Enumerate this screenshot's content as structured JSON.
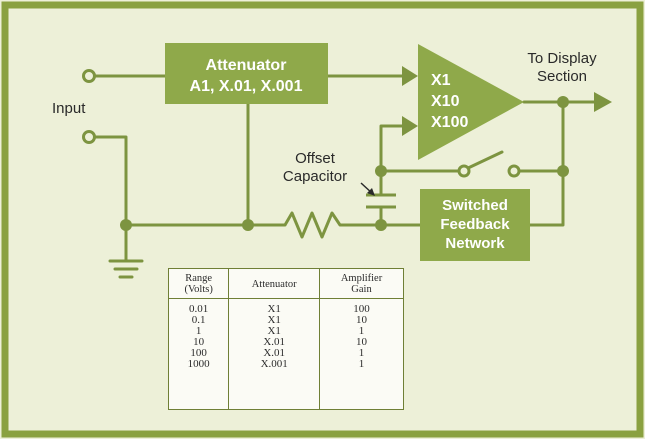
{
  "labels": {
    "input": "Input",
    "attenuator_line1": "Attenuator",
    "attenuator_line2": "A1, X.01, X.001",
    "amp_line1": "X1",
    "amp_line2": "X10",
    "amp_line3": "X100",
    "output_line1": "To Display",
    "output_line2": "Section",
    "offset_line1": "Offset",
    "offset_line2": "Capacitor",
    "feedback_line1": "Switched",
    "feedback_line2": "Feedback",
    "feedback_line3": "Network"
  },
  "table": {
    "headers": {
      "range_line1": "Range",
      "range_line2": "(Volts)",
      "attenuator": "Attenuator",
      "gain_line1": "Amplifier",
      "gain_line2": "Gain"
    },
    "rows": [
      {
        "range": "0.01",
        "attenuator": "X1",
        "gain": "100"
      },
      {
        "range": "0.1",
        "attenuator": "X1",
        "gain": "10"
      },
      {
        "range": "1",
        "attenuator": "X1",
        "gain": "1"
      },
      {
        "range": "10",
        "attenuator": "X.01",
        "gain": "10"
      },
      {
        "range": "100",
        "attenuator": "X.01",
        "gain": "1"
      },
      {
        "range": "1000",
        "attenuator": "X.001",
        "gain": "1"
      }
    ]
  },
  "colors": {
    "background": "#edf0d8",
    "frame": "#8aa140",
    "block_fill": "#8fa94a",
    "wire": "#7d9440",
    "block_text": "#ffffff",
    "label_text": "#2a2a2a"
  }
}
